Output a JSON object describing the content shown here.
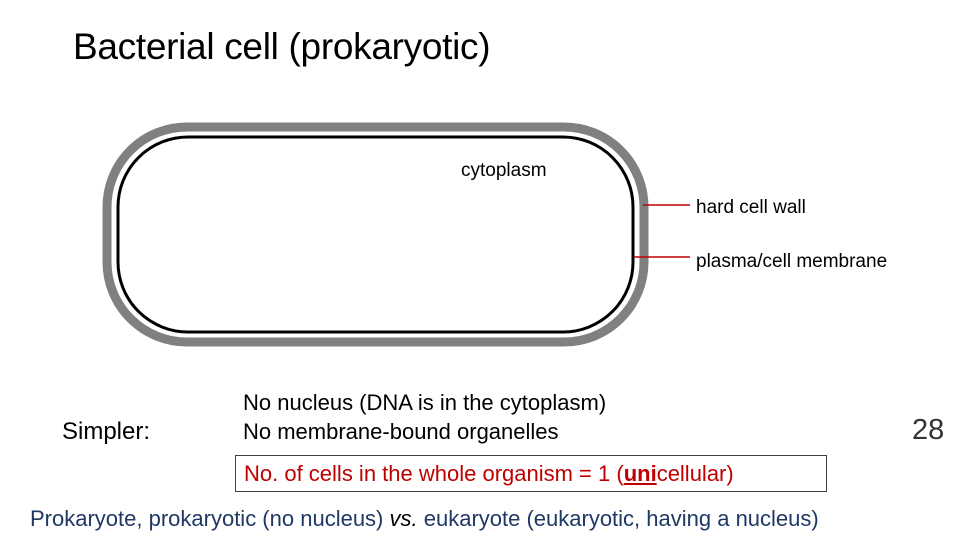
{
  "title": "Bacterial cell (prokaryotic)",
  "diagram": {
    "cytoplasm_label": "cytoplasm",
    "wall_label": "hard cell wall",
    "membrane_label": "plasma/cell membrane",
    "colors": {
      "wall": "#808080",
      "membrane": "#000000",
      "pointer": "#c00000"
    }
  },
  "simpler_label": "Simpler:",
  "facts": {
    "line1": "No nucleus  (DNA is in the cytoplasm)",
    "line2": "No membrane-bound organelles"
  },
  "slide_number": "28",
  "box": {
    "prefix": "No. of cells in the whole organism  =  1 (",
    "uni": "uni",
    "suffix": "cellular)"
  },
  "bottom": {
    "part1": "Prokaryote, prokaryotic (no nucleus) ",
    "vs": "vs.",
    "part2": " eukaryote (eukaryotic, having a nucleus)"
  }
}
